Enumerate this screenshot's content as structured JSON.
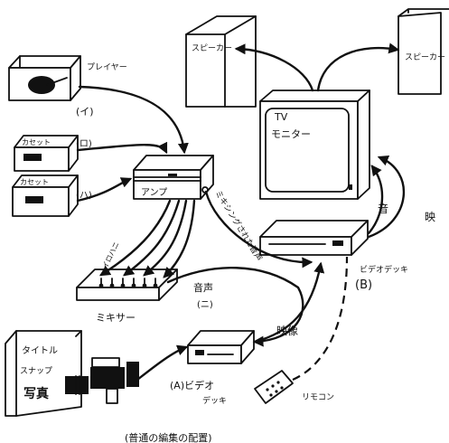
{
  "labels": {
    "speaker_left": "スピーカー",
    "speaker_right": "スピーカー",
    "tv_monitor_line1": "TV",
    "tv_monitor_line2": "モニター",
    "record_player": "プレイヤー",
    "record_player_index": "(イ)",
    "cassette_1": "カセット",
    "cassette_1_index": "(ロ)",
    "cassette_2": "カセット",
    "cassette_2_index": "(ハ)",
    "amplifier": "アンプ",
    "mixer": "ミキサー",
    "mixer_inputs": "イロハニ",
    "mixed_audio": "ミキシングされた音声",
    "audio_ni_line1": "音声",
    "audio_ni_line2": "(ニ)",
    "video_signal": "映像",
    "vcr_b_line1": "ビデオデッキ",
    "vcr_b_line2": "(B)",
    "audio_to_tv": "音",
    "video_to_tv": "映",
    "vcr_a_line1": "(A)ビデオ",
    "vcr_a_line2": "デッキ",
    "remote": "リモコン",
    "title_card_line1": "タイトル",
    "title_card_line2": "スナップ",
    "title_card_line3": "写真",
    "bottom_caption": "(普通の編集の配置)"
  }
}
